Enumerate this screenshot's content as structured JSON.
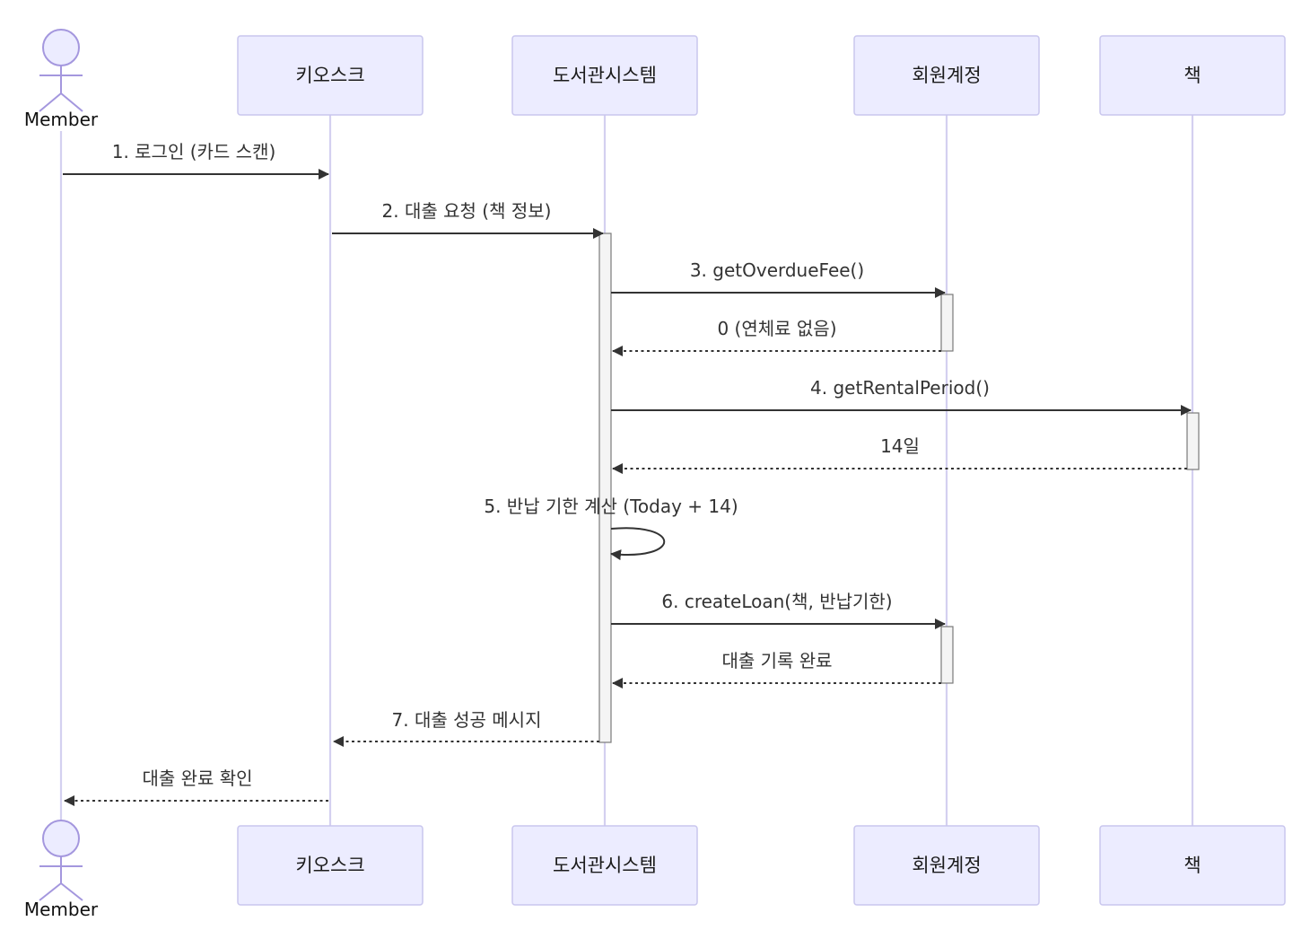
{
  "participants": [
    {
      "id": "member",
      "label": "Member",
      "kind": "actor"
    },
    {
      "id": "kiosk",
      "label": "키오스크",
      "kind": "box"
    },
    {
      "id": "library",
      "label": "도서관시스템",
      "kind": "box"
    },
    {
      "id": "account",
      "label": "회원계정",
      "kind": "box"
    },
    {
      "id": "book",
      "label": "책",
      "kind": "box"
    }
  ],
  "messages": [
    {
      "from": "member",
      "to": "kiosk",
      "label": "1. 로그인 (카드 스캔)",
      "style": "solid"
    },
    {
      "from": "kiosk",
      "to": "library",
      "label": "2. 대출 요청 (책 정보)",
      "style": "solid"
    },
    {
      "from": "library",
      "to": "account",
      "label": "3. getOverdueFee()",
      "style": "solid"
    },
    {
      "from": "account",
      "to": "library",
      "label": "0 (연체료 없음)",
      "style": "dashed"
    },
    {
      "from": "library",
      "to": "book",
      "label": "4. getRentalPeriod()",
      "style": "solid"
    },
    {
      "from": "book",
      "to": "library",
      "label": "14일",
      "style": "dashed"
    },
    {
      "from": "library",
      "to": "library",
      "label": "5. 반납 기한 계산 (Today + 14)",
      "style": "self"
    },
    {
      "from": "library",
      "to": "account",
      "label": "6. createLoan(책, 반납기한)",
      "style": "solid"
    },
    {
      "from": "account",
      "to": "library",
      "label": "대출 기록 완료",
      "style": "dashed"
    },
    {
      "from": "library",
      "to": "kiosk",
      "label": "7. 대출 성공 메시지",
      "style": "dashed"
    },
    {
      "from": "kiosk",
      "to": "member",
      "label": "대출 완료 확인",
      "style": "dashed"
    }
  ],
  "colors": {
    "actor_fill": "#ececff",
    "actor_stroke": "#c9c6ee",
    "lifeline": "#d4d0f0",
    "arrow": "#333333"
  }
}
